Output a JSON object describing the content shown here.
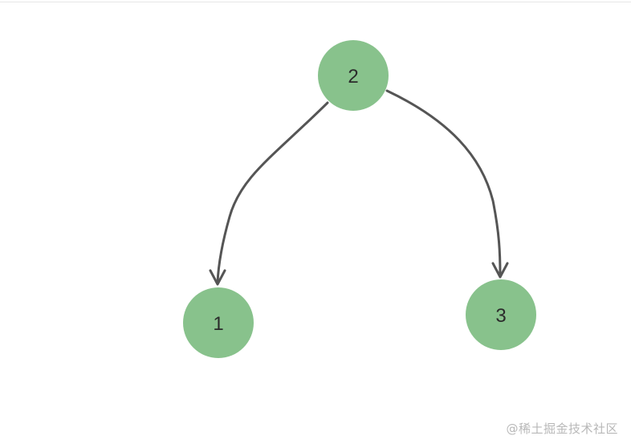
{
  "diagram": {
    "type": "tree",
    "node_color": "#88c28c",
    "edge_color": "#555555",
    "nodes": [
      {
        "id": "n2",
        "label": "2"
      },
      {
        "id": "n1",
        "label": "1"
      },
      {
        "id": "n3",
        "label": "3"
      }
    ],
    "edges": [
      {
        "from": "n2",
        "to": "n1"
      },
      {
        "from": "n2",
        "to": "n3"
      }
    ]
  },
  "watermark": "@稀土掘金技术社区"
}
